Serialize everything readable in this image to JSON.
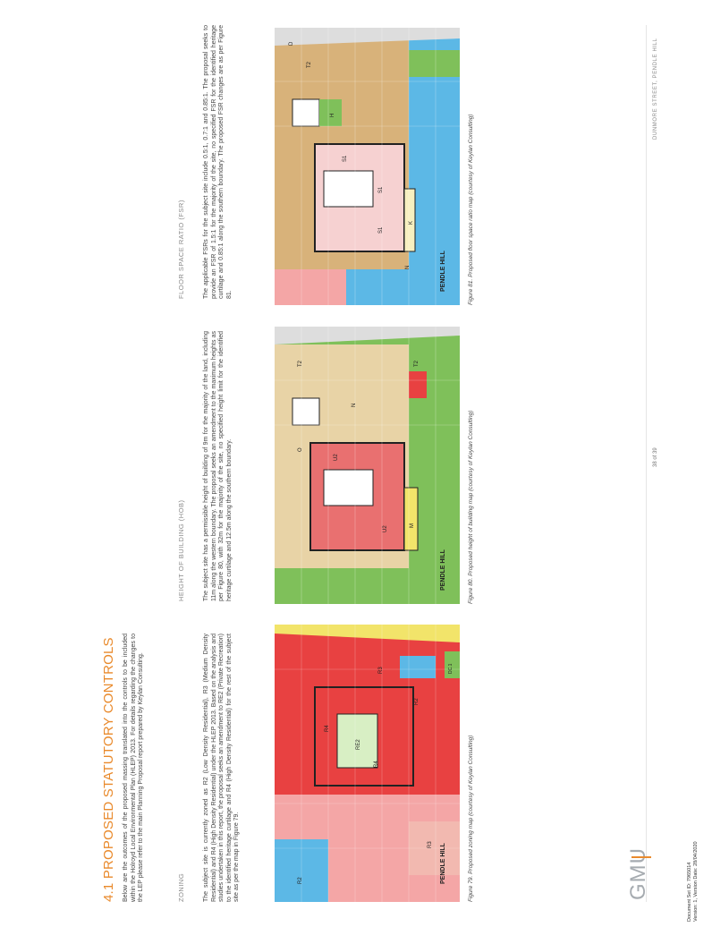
{
  "heading": "4.1  PROPOSED STATUTORY CONTROLS",
  "intro": "Below are the outcomes of the proposed massing translated into the controls to be included within the Holroyd Local Environmental Plan (HLEP) 2013. For details regarding the changes to the LEP please refer to the main Planning Proposal report prepared by Keylan Consulting.",
  "sections": {
    "zoning": {
      "title": "ZONING",
      "text": "The subject site is currently zoned as R2 (Low Density Residential), R3 (Medium Density Residential) and R4 (High Density Residential) under the HLEP 2013. Based on the analysis and studies undertaken in this report, the proposal seeks an amendment to RE2 (Private Recreation) to the identified heritage curtilage and R4 (High Density Residential) for the rest of the subject site as per the map in Figure 79.",
      "caption": "Figure 79.   Proposed zoning map (courtesy of Keylan Consulting)"
    },
    "hob": {
      "title": "HEIGHT OF BUILDING (HOB)",
      "text": "The subject site has a permissible height of building of 9m for the majority of the land, including 11m along the western boundary. The proposal seeks an amendment to the maximum heights as per Figure 80, with 32m for the majority of the site, no specified height limit for the identified heritage curtilage and 12.5m along the southern boundary.",
      "caption": "Figure 80.   Proposed height of building map (courtesy of Keylan Consulting)"
    },
    "fsr": {
      "title": "FLOOR SPACE RATIO (FSR)",
      "text": "The applicable FSRs for the subject site include 0.5:1, 0.7:1 and 0.85:1. The proposal seeks to provide an FSR of 1.5:1 for the majority of the site, no specified FSR for the identified heritage curtilage and 0.85:1 along the southern boundary. The proposed FSR changes are as per Figure 81.",
      "caption": "Figure 81.   Proposed floor space ratio map (courtesy of Keylan Consulting)"
    }
  },
  "map_labels": {
    "zoning": [
      "R4",
      "RE2",
      "R4",
      "R2",
      "R3",
      "R2",
      "R3",
      "DC.1"
    ],
    "hob": [
      "U2",
      "U2",
      "O",
      "N",
      "M",
      "T2",
      "T2"
    ],
    "fsr": [
      "S1",
      "S1",
      "S1",
      "K",
      "H",
      "T2",
      "D",
      "N"
    ],
    "place": "PENDLE HILL"
  },
  "colors": {
    "accent": "#e98a2c",
    "zone_r4": "#e84141",
    "zone_r2": "#f4a6a6",
    "zone_r3": "#f2b9b0",
    "zone_re2": "#d8efc4",
    "zone_blue": "#5cb8e6",
    "hob_tan": "#e8d3a6",
    "hob_u2": "#e97070",
    "hob_green": "#7fc05a",
    "fsr_tan": "#d8b27a",
    "fsr_s1": "#f6d1d1",
    "fsr_green": "#7fc05a"
  },
  "footer": {
    "logo": "GMU",
    "doc_id_line1": "Document Set ID: 7965014",
    "doc_id_line2": "Version: 1, Version Date: 28/04/2020",
    "page": "38 of 39",
    "right": "DUNMORE STREET, PENDLE HILL"
  }
}
